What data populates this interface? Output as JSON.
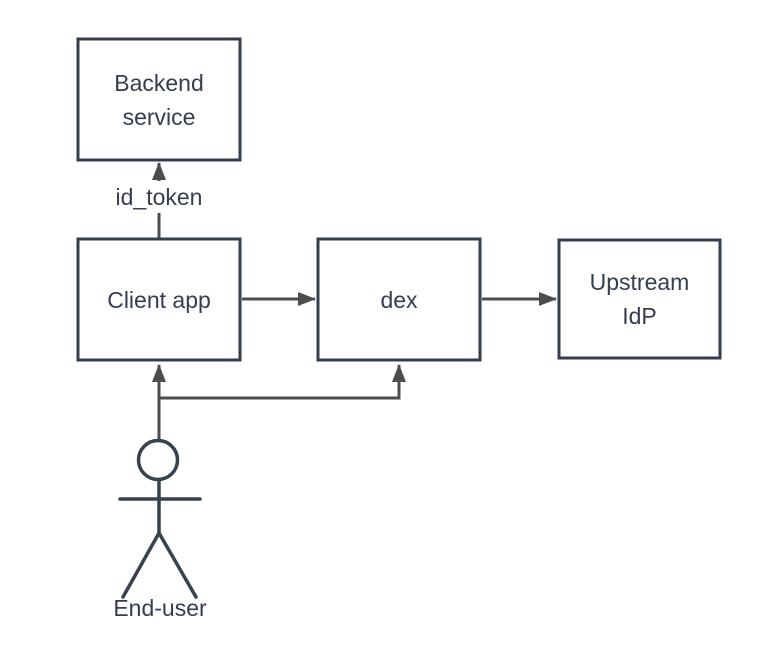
{
  "diagram": {
    "title": "dex authentication flow diagram",
    "background": "#ffffff",
    "colors": {
      "node_stroke": "#343e4d",
      "node_fill": "#ffffff",
      "edge_stroke": "#4d4d4d",
      "text": "#343e4d",
      "actor_stroke": "#37424f"
    },
    "nodes": {
      "backend": {
        "line1": "Backend",
        "line2": "service"
      },
      "client": {
        "line1": "Client app"
      },
      "dex": {
        "line1": "dex"
      },
      "idp": {
        "line1": "Upstream",
        "line2": "IdP"
      }
    },
    "edge_labels": {
      "id_token": "id_token"
    },
    "actor": {
      "label": "End-user"
    },
    "edges": [
      {
        "from": "Client app",
        "to": "Backend service",
        "label": "id_token",
        "direction": "up"
      },
      {
        "from": "Client app",
        "to": "dex",
        "label": "",
        "direction": "right"
      },
      {
        "from": "dex",
        "to": "Upstream IdP",
        "label": "",
        "direction": "right"
      },
      {
        "from": "End-user",
        "to": "Client app",
        "label": "",
        "direction": "up"
      },
      {
        "from": "End-user",
        "to": "dex",
        "label": "",
        "direction": "up-right-up"
      }
    ]
  }
}
